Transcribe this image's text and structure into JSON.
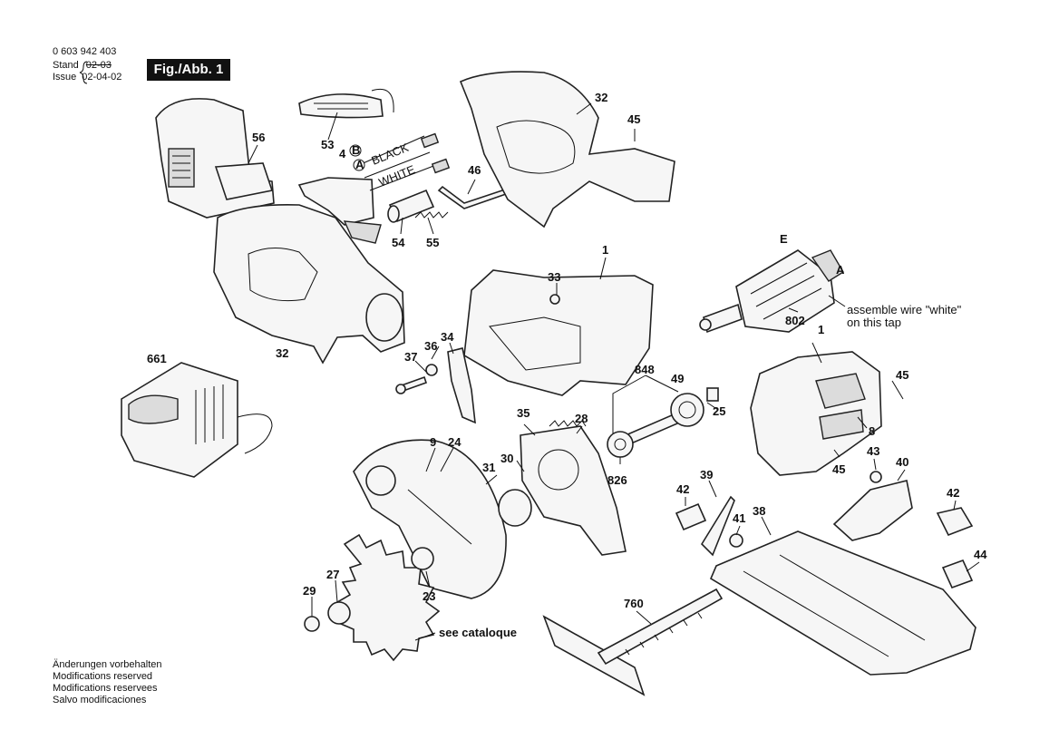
{
  "header": {
    "doc_number": "0 603 942 403",
    "stand_label": "Stand",
    "stand_value": "02-03",
    "issue_label": "Issue",
    "issue_value": "02-04-02",
    "fig_label": "Fig./Abb. 1"
  },
  "wire_labels": {
    "black": "BLACK",
    "white": "WHITE"
  },
  "callouts": {
    "p56": "56",
    "p53": "53",
    "p4": "4",
    "pA1": "A",
    "pB1": "B",
    "p46": "46",
    "p54": "54",
    "p55": "55",
    "p32a": "32",
    "p45a": "45",
    "p1a": "1",
    "p33": "33",
    "pE": "E",
    "pA2": "A",
    "p802": "802",
    "p32b": "32",
    "p661": "661",
    "p37": "37",
    "p36": "36",
    "p34": "34",
    "p848": "848",
    "p49": "49",
    "p25": "25",
    "p1b": "1",
    "p45b": "45",
    "p8": "8",
    "p35": "35",
    "p28": "28",
    "p9": "9",
    "p24": "24",
    "p31": "31",
    "p30": "30",
    "p826": "826",
    "p43": "43",
    "p45c": "45",
    "p40": "40",
    "p39": "39",
    "p42a": "42",
    "p42b": "42",
    "p41": "41",
    "p38": "38",
    "p44": "44",
    "p29": "29",
    "p27": "27",
    "p23": "23",
    "p760": "760"
  },
  "notes": {
    "assemble_line1": "assemble wire \"white\"",
    "assemble_line2": "on this tap",
    "see_catalogue": "see cataloque"
  },
  "footer": [
    "Änderungen vorbehalten",
    "Modifications reserved",
    "Modifications reservees",
    "Salvo modificaciones"
  ]
}
